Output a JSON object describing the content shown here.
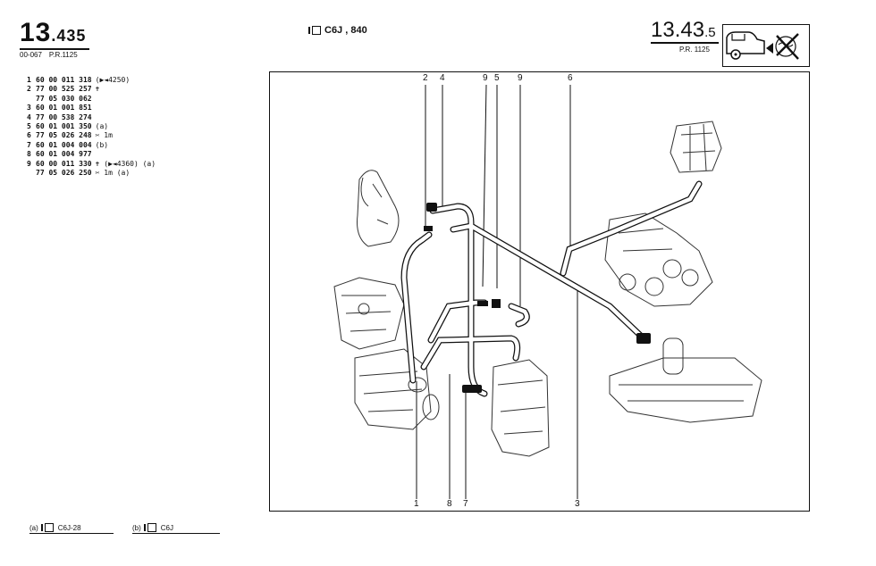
{
  "header": {
    "left_code_main": "13",
    "left_code_sub": ".435",
    "left_ref_a": "00-067",
    "left_ref_b": "P.R.1125",
    "center_engine": "C6J , 840",
    "right_code_main": "13",
    "right_code_mid": ".43",
    "right_code_sub": ".5",
    "right_ref": "P.R. 1125",
    "right_box_icon": "car-emission-crossed-icon"
  },
  "parts": [
    {
      "num": "1",
      "ref": "60 00 011 318",
      "note": "(▶◄4250)"
    },
    {
      "num": "2",
      "ref": "77 00 525 257",
      "note": "✝"
    },
    {
      "num": "",
      "ref": "77 05 030 062",
      "note": ""
    },
    {
      "num": "3",
      "ref": "60 01 001 851",
      "note": ""
    },
    {
      "num": "4",
      "ref": "77 00 538 274",
      "note": ""
    },
    {
      "num": "5",
      "ref": "60 01 001 350",
      "note": "(a)"
    },
    {
      "num": "6",
      "ref": "77 05 026 248",
      "note": "✂ 1m"
    },
    {
      "num": "7",
      "ref": "60 01 004 004",
      "note": "(b)"
    },
    {
      "num": "8",
      "ref": "60 01 004 977",
      "note": ""
    },
    {
      "num": "9",
      "ref": "60 00 011 330",
      "note": "✝ (▶◄4360) (a)"
    },
    {
      "num": "",
      "ref": "77 05 026 250",
      "note": "✂ 1m (a)"
    }
  ],
  "callouts_top": [
    {
      "label": "2"
    },
    {
      "label": "4"
    },
    {
      "label": "9"
    },
    {
      "label": "5"
    },
    {
      "label": "9"
    },
    {
      "label": "6"
    }
  ],
  "callouts_bottom": [
    {
      "label": "1"
    },
    {
      "label": "8"
    },
    {
      "label": "7"
    },
    {
      "label": "3"
    }
  ],
  "footnotes": [
    {
      "tag": "(a)",
      "engine": "C6J-28"
    },
    {
      "tag": "(b)",
      "engine": "C6J"
    }
  ]
}
